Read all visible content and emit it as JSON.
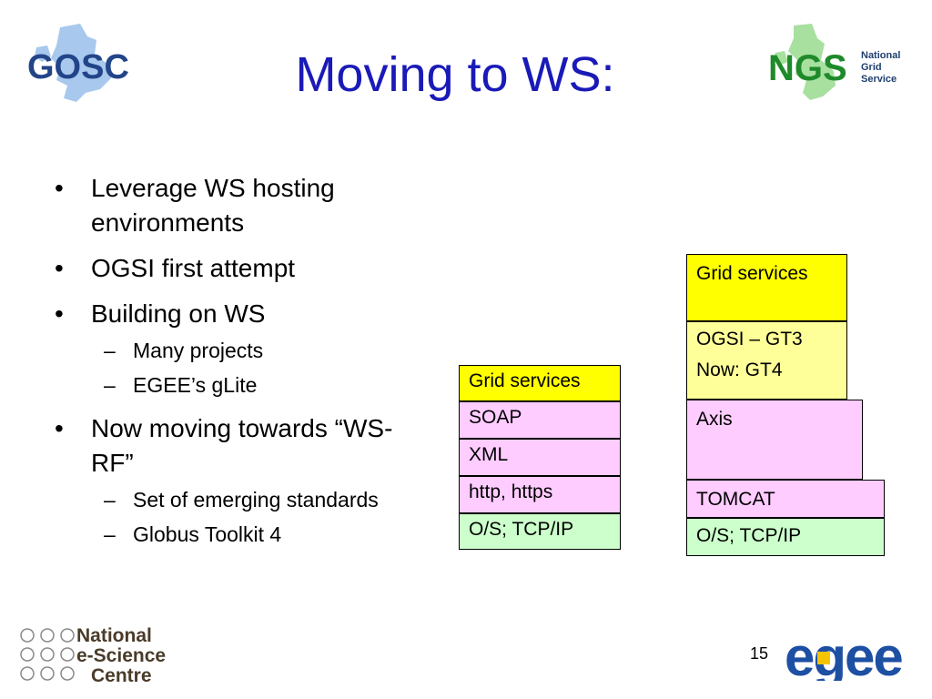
{
  "title": "Moving to WS:",
  "bullets": [
    {
      "text": "Leverage WS hosting environments",
      "sub": []
    },
    {
      "text": "OGSI first attempt",
      "sub": []
    },
    {
      "text": "Building on WS",
      "sub": [
        "Many projects",
        "EGEE’s gLite"
      ]
    },
    {
      "text": "Now moving towards “WS-RF”",
      "sub": [
        "Set of emerging standards",
        "Globus Toolkit 4"
      ]
    }
  ],
  "bullet_symbol": "•",
  "dash_symbol": "–",
  "left_stack": [
    "Grid services",
    "SOAP",
    "XML",
    "http, https",
    "O/S; TCP/IP"
  ],
  "right_stack": {
    "grid_services": "Grid services",
    "ogsi": "OGSI – GT3",
    "now": "Now: GT4",
    "axis": "Axis",
    "tomcat": "TOMCAT",
    "os": "O/S; TCP/IP"
  },
  "slide_number": "15",
  "logos": {
    "gosc": "GOSC",
    "ngs": "NGS",
    "ngs_lines": [
      "National",
      "Grid",
      "Service"
    ],
    "nesc_lines": [
      "National",
      "e-Science",
      "Centre"
    ],
    "egee": "egee"
  },
  "colors": {
    "title": "#1a1ab8",
    "yellow": "#ffff00",
    "pink": "#ffccff",
    "green": "#ccffcc",
    "light_yellow": "#ffff99"
  }
}
